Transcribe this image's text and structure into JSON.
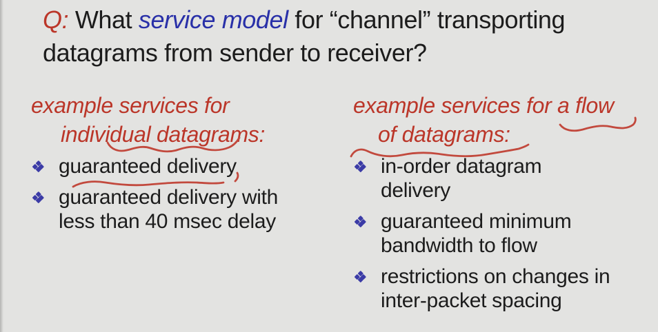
{
  "question": {
    "label": "Q:",
    "line1_pre": " What ",
    "line1_highlight": "service model",
    "line1_post": " for “channel” transporting",
    "line2": "datagrams from sender to receiver?"
  },
  "columns": [
    {
      "heading": {
        "line1": "example services for",
        "line2": "individual datagrams:"
      },
      "items": [
        {
          "lines": [
            "guaranteed delivery"
          ]
        },
        {
          "lines": [
            "guaranteed delivery with",
            "less than 40 msec delay"
          ]
        }
      ]
    },
    {
      "heading": {
        "line1": "example services for a flow",
        "line2": "of datagrams:"
      },
      "items": [
        {
          "lines": [
            "in-order datagram",
            "delivery"
          ]
        },
        {
          "lines": [
            "guaranteed minimum",
            "bandwidth to flow"
          ]
        },
        {
          "lines": [
            "restrictions on changes in",
            "inter-packet spacing"
          ]
        }
      ]
    }
  ],
  "bullet_icon": "four-diamond-bullet",
  "annotations": {
    "pen_color": "#c2493d",
    "marks": [
      {
        "name": "wavy-underline-individual-datagrams",
        "under": "individual datagrams:"
      },
      {
        "name": "wavy-underline-guaranteed-delivery",
        "under": "guaranteed delivery"
      },
      {
        "name": "pen-tick-after-delivery",
        "near": "guaranteed delivery"
      },
      {
        "name": "wavy-underline-a-flow",
        "under": "a flow"
      },
      {
        "name": "wavy-underline-of-datagrams",
        "under": "of datagrams:"
      }
    ]
  },
  "colors": {
    "background": "#e3e3e1",
    "text": "#1c1c1c",
    "heading_red": "#bb3629",
    "highlight_blue": "#2930a8",
    "bullet_blue": "#3b3ba6",
    "pen_red": "#c2493d"
  }
}
